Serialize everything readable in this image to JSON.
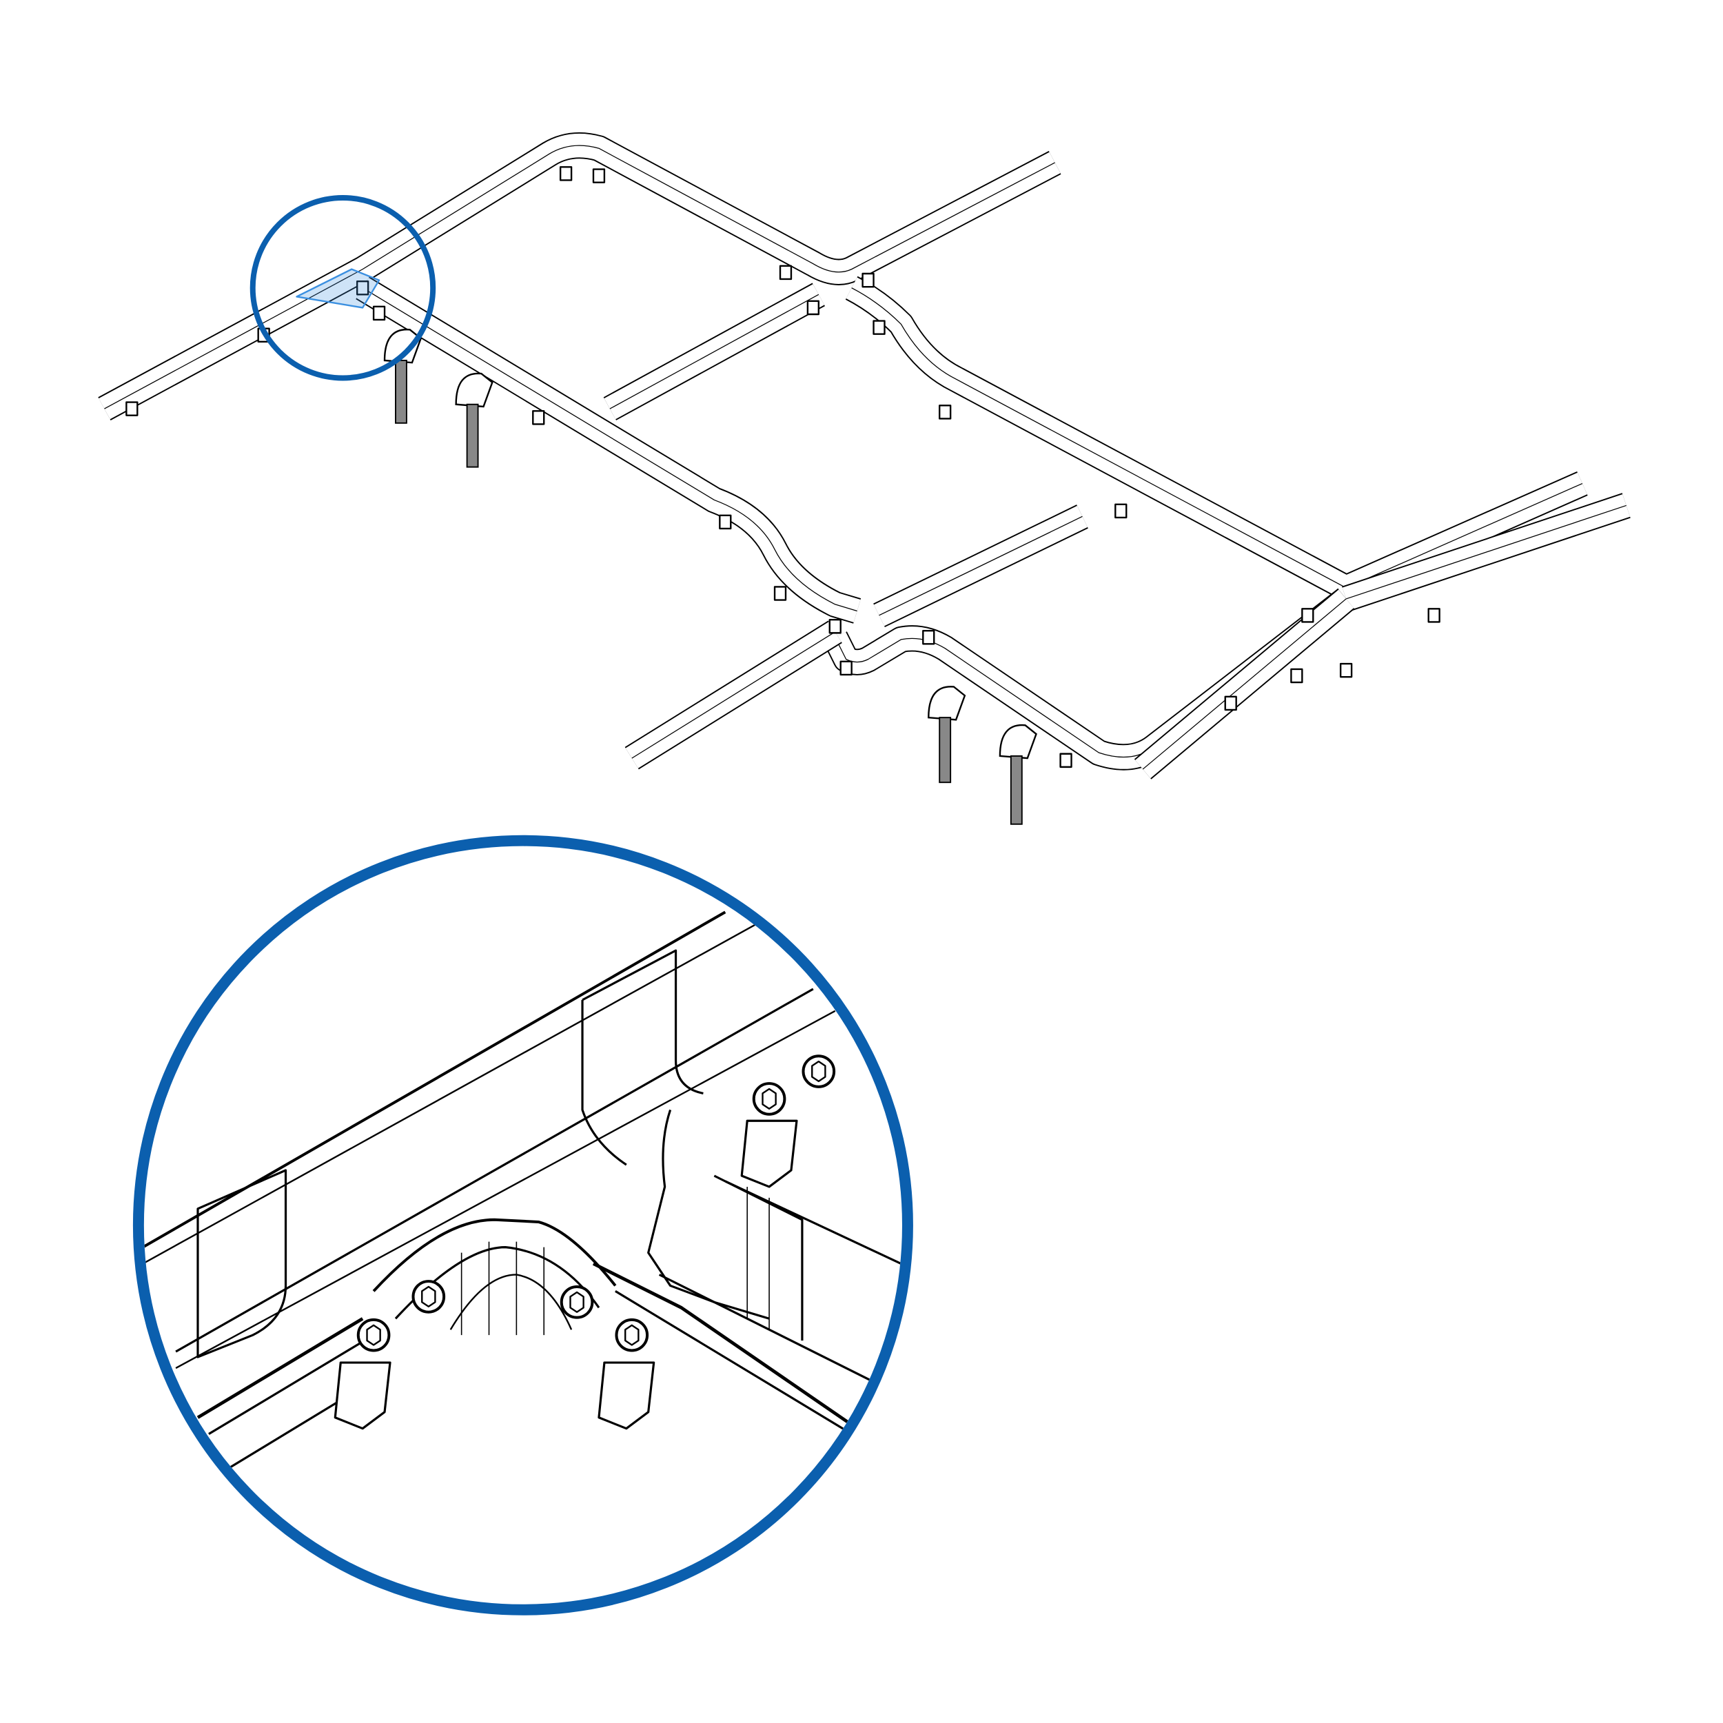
{
  "colors": {
    "line": "#000000",
    "background": "#ffffff",
    "highlight_circle": "#0b5fae",
    "highlight_fill": "#3a8fe0"
  },
  "figure": {
    "subject": "cable-tray-network",
    "views": [
      "isometric-overview",
      "magnified-detail"
    ]
  }
}
